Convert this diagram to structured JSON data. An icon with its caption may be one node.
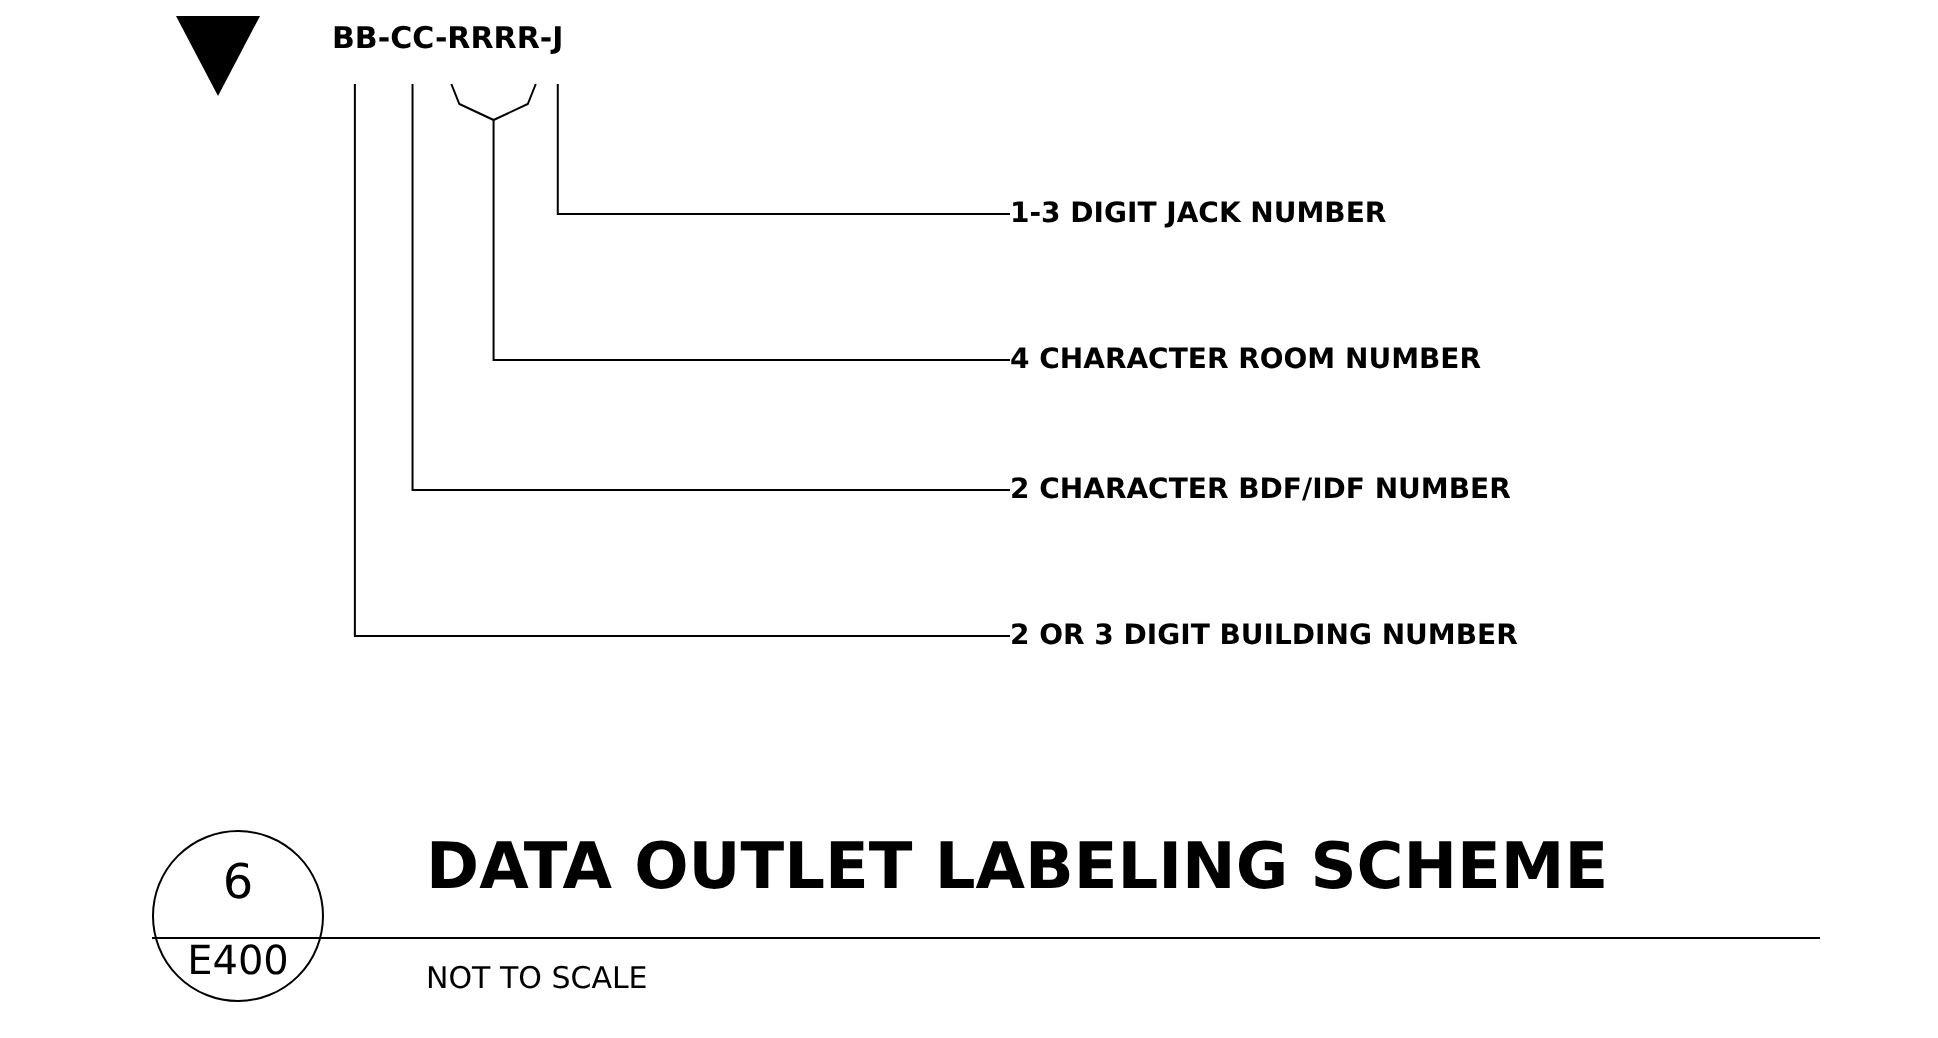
{
  "diagram": {
    "title": "DATA OUTLET LABELING SCHEME",
    "caption": "NOT TO SCALE",
    "nodes": [
      {
        "text": [
          "BB-CC-RRRR-J"
        ]
      },
      {
        "text": [
          "1-3 DIGIT JACK NUMBER"
        ]
      },
      {
        "text": [
          "4 CHARACTER ROOM NUMBER"
        ]
      },
      {
        "text": [
          "2 CHARACTER BDF/IDF NUMBER"
        ]
      },
      {
        "text": [
          "2 OR 3 DIGIT BUILDING NUMBER"
        ]
      },
      {
        "text": [
          "6",
          "E400"
        ]
      }
    ],
    "edges": [
      {
        "from": 1,
        "to": 0,
        "arrow": "none"
      },
      {
        "from": 2,
        "to": 0,
        "arrow": "none"
      },
      {
        "from": 3,
        "to": 0,
        "arrow": "none"
      },
      {
        "from": 4,
        "to": 0,
        "arrow": "none"
      }
    ]
  }
}
